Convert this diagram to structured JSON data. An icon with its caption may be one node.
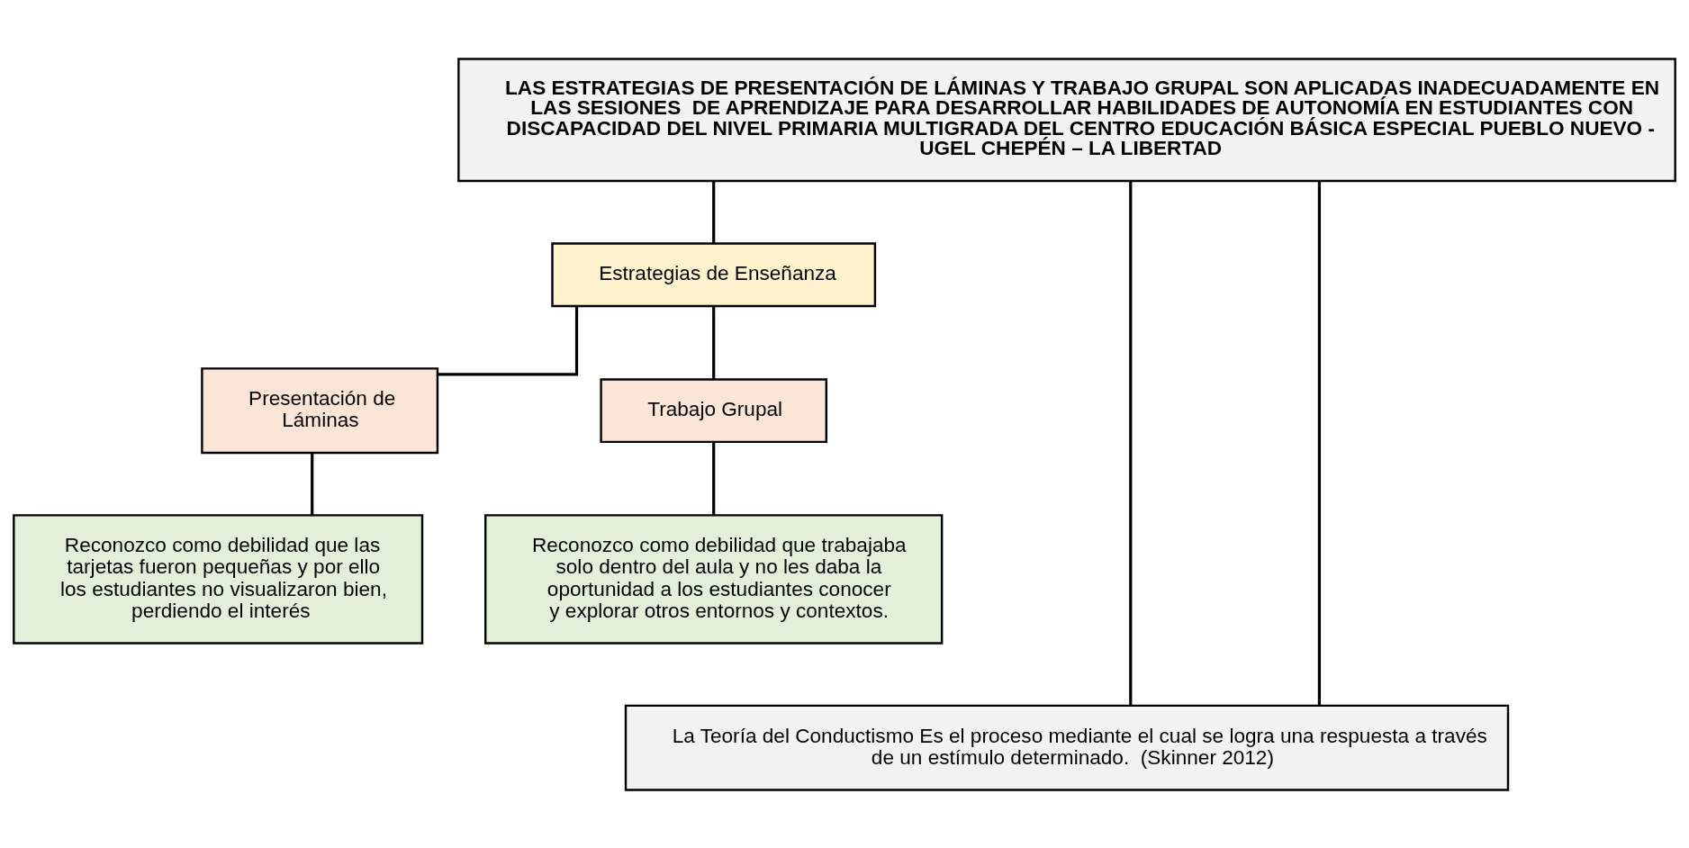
{
  "diagram": {
    "nodes": [
      {
        "text": [
          "LAS ESTRATEGIAS DE PRESENTACIÓN DE LÁMINAS Y TRABAJO GRUPAL SON APLICADAS INADECUADAMENTE EN LAS SESIONES  DE APRENDIZAJE PARA DESARROLLAR HABILIDADES DE AUTONOMÍA EN ESTUDIANTES CON DISCAPACIDAD DEL NIVEL PRIMARIA MULTIGRADA DEL CENTRO EDUCACIÓN BÁSICA ESPECIAL PUEBLO NUEVO - UGEL CHEPÉN – LA LIBERTAD"
        ]
      },
      {
        "text": [
          "Estrategias de Enseñanza"
        ]
      },
      {
        "text": [
          "Presentación de Láminas"
        ]
      },
      {
        "text": [
          "Trabajo Grupal"
        ]
      },
      {
        "text": [
          "Reconozco como debilidad que las tarjetas fueron pequeñas y por ello los estudiantes no visualizaron bien, perdiendo el interés"
        ]
      },
      {
        "text": [
          "Reconozco como debilidad que trabajaba solo dentro del aula y no les daba la oportunidad a los estudiantes conocer y explorar otros entornos y contextos."
        ]
      },
      {
        "text": [
          "La Teoría del Conductismo Es el proceso mediante el cual se logra una respuesta a través de un estímulo determinado.  (Skinner 2012)"
        ]
      }
    ],
    "edges": [
      {
        "from": 0,
        "to": 1,
        "arrow": "none"
      },
      {
        "from": 1,
        "to": 2,
        "arrow": "none"
      },
      {
        "from": 1,
        "to": 3,
        "arrow": "none"
      },
      {
        "from": 2,
        "to": 4,
        "arrow": "none"
      },
      {
        "from": 3,
        "to": 5,
        "arrow": "none"
      },
      {
        "from": 0,
        "to": 6,
        "arrow": "none"
      },
      {
        "from": 0,
        "to": 6,
        "arrow": "none"
      }
    ]
  }
}
